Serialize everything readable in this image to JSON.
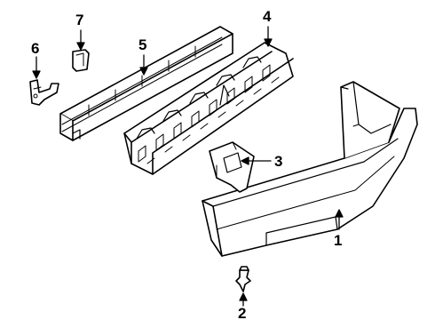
{
  "diagram": {
    "callouts": [
      {
        "id": "1",
        "label": "1"
      },
      {
        "id": "2",
        "label": "2"
      },
      {
        "id": "3",
        "label": "3"
      },
      {
        "id": "4",
        "label": "4"
      },
      {
        "id": "5",
        "label": "5"
      },
      {
        "id": "6",
        "label": "6"
      },
      {
        "id": "7",
        "label": "7"
      }
    ],
    "parts": [
      "bumper-cover",
      "fastener-clip",
      "bracket",
      "energy-absorber",
      "reinforcement-bar",
      "side-bracket",
      "retainer"
    ]
  }
}
